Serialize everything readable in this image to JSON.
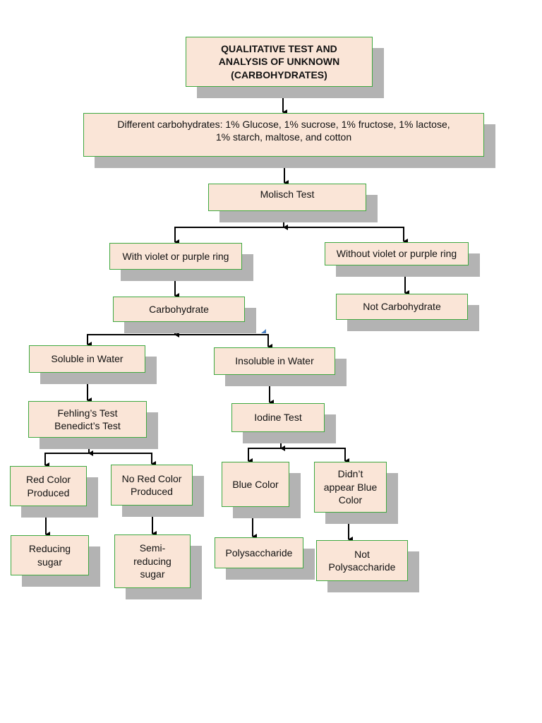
{
  "nodes": {
    "title": "QUALITATIVE TEST AND\nANALYSIS OF UNKNOWN\n(CARBOHYDRATES)",
    "carbohydrates_list": "Different carbohydrates: 1% Glucose, 1% sucrose, 1% fructose, 1% lactose,\n1% starch, maltose, and cotton",
    "molisch_test": "Molisch Test",
    "with_ring": "With violet or purple ring",
    "without_ring": "Without violet or purple ring",
    "carbohydrate": "Carbohydrate",
    "not_carbohydrate": "Not Carbohydrate",
    "soluble": "Soluble in Water",
    "insoluble": "Insoluble in Water",
    "fehling_benedict": "Fehling’s Test\nBenedict’s Test",
    "iodine_test": "Iodine Test",
    "red_color": "Red Color\nProduced",
    "no_red_color": "No Red Color\nProduced",
    "blue_color": "Blue Color",
    "no_blue_color": "Didn’t\nappear Blue\nColor",
    "reducing_sugar": "Reducing\nsugar",
    "semi_reducing_sugar": "Semi-\nreducing\nsugar",
    "polysaccharide": "Polysaccharide",
    "not_polysaccharide": "Not\nPolysaccharide"
  },
  "colors": {
    "node_fill": "#fae5d7",
    "node_border": "#3fa83f",
    "shadow": "#b3b3b3",
    "connector": "#000000"
  }
}
